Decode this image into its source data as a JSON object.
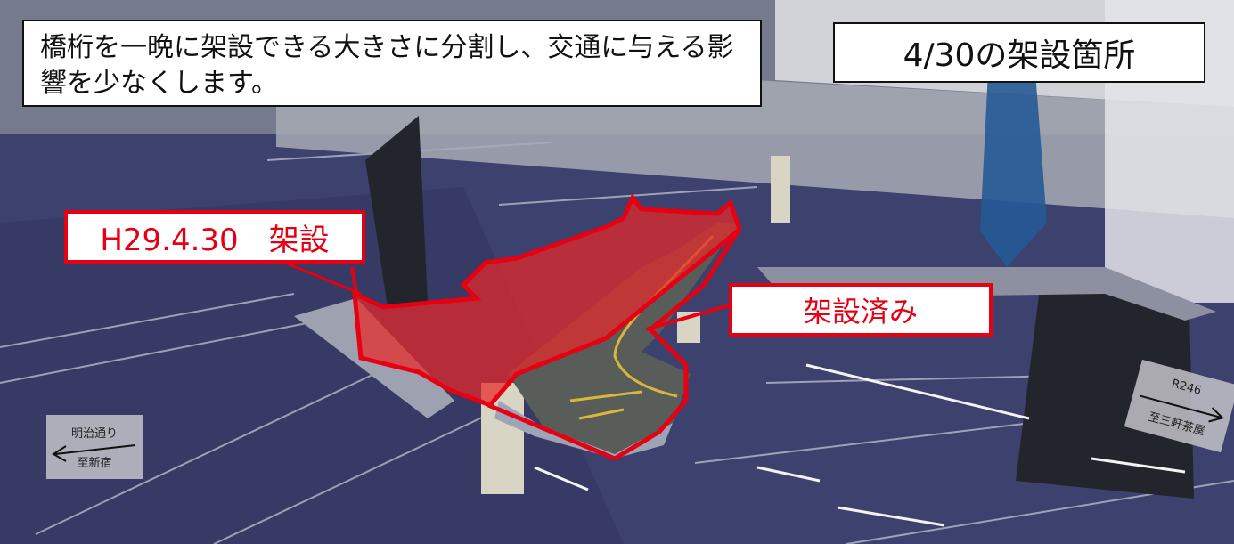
{
  "description": "橋桁を一晩に架設できる大きさに分割し、交通に与える影響を少なくします。",
  "title": "4/30の架設箇所",
  "labels": {
    "h29": "H29.4.30　架設",
    "done": "架設済み"
  },
  "signs": {
    "left": {
      "road": "明治通り",
      "destination": "至新宿"
    },
    "right": {
      "road": "R246",
      "destination": "至三軒茶屋"
    }
  },
  "colors": {
    "highlight": "#e60012",
    "road": "#3b3f6e",
    "structure": "#1f2126"
  }
}
